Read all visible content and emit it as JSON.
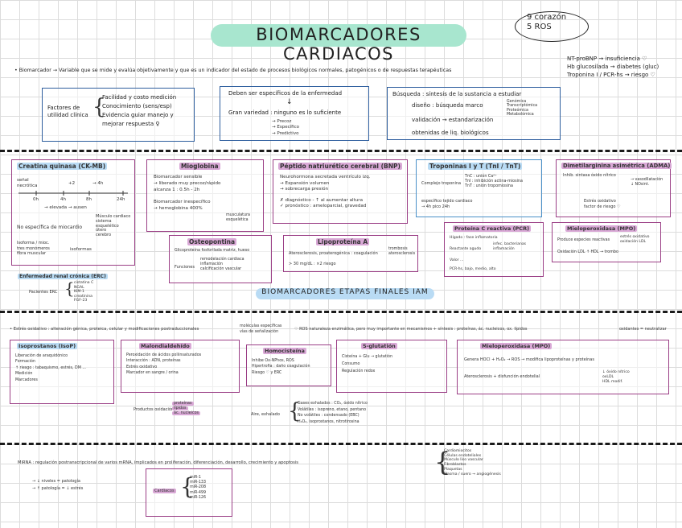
{
  "header": {
    "title": "BIOMARCADORES CARDIACOS",
    "note_line1": "9 corazón",
    "note_line2": "5 ROS"
  },
  "definition": {
    "text": "• Biomarcador → Variable que se mide y evalúa objetivamente y que es un indicador del estado de procesos biológicos normales, patogénicos o de respuestas terapéuticas",
    "examples": [
      "NT-proBNP → insuficiencia ♡",
      "Hb glucosilada → diabetes (gluc)",
      "Troponina I / PCR-hs → riesgo ♡"
    ]
  },
  "top_boxes": {
    "factores": {
      "label_line1": "Factores de",
      "label_line2": "utilidad clínica",
      "items": [
        "Facilidad y costo medición",
        "Conocimiento (sens/esp)",
        "Evidencia guiar manejo y",
        "mejorar respuesta ♀"
      ]
    },
    "deben": {
      "line1": "Deben ser específicos de la enfermedad",
      "arrow": "↓",
      "line2": "Gran variedad : ninguno es lo suficiente",
      "items": [
        "→ Precoz",
        "→ Específico",
        "→ Predictivo"
      ]
    },
    "busqueda": {
      "line1": "Búsqueda : síntesis de la sustancia a estudiar",
      "step1": "diseño : búsqueda marco",
      "step1_notes": [
        "Genómica",
        "Transcriptómica",
        "Proteómica",
        "Metabolómica"
      ],
      "step2": "validación → estandarización",
      "step3": "obtenidas de liq. biológicos"
    }
  },
  "section1": {
    "ck": {
      "title": "Creatina quinasa (CK-MB)",
      "axis_left_1": "señal",
      "axis_left_2": "necrótica",
      "axis_mid": "+2",
      "axis_right": "→ 4h",
      "ticks": [
        "0h",
        "4h",
        "8h",
        "24h"
      ],
      "axis_note": "→ elevada → ausen",
      "no_esp": "No específica de miocardio",
      "muscle": [
        "Músculo cardiaco",
        "sistema",
        "esquelético",
        "útero",
        "cerebro"
      ],
      "variants": [
        "Isoforma / mioc.",
        "tres monómeros",
        "fibra muscular"
      ],
      "isoforms": "isoformas"
    },
    "mioglobina": {
      "title": "Mioglobina",
      "l1": "Biomarcador sensible",
      "l2": "→ liberado muy precoz/rápido",
      "l3": "alcanza 1 : 0.5h - 2h",
      "l4": "Biomarcador inespecífico",
      "l5": "→ hemoglobina 400%",
      "l5b": "musculatura esquelética"
    },
    "bnp": {
      "title": "Péptido natriurético cerebral (BNP)",
      "l1": "Neurohormona secretada ventrículo izq.",
      "l2": "→ Expansión volumen",
      "l3": "→ sobrecarga presión",
      "l4": "✗ diagnóstico - ↑ al aumentar altura",
      "l5": "✓ pronóstico : ameloparcial, gravedad"
    },
    "troponinas": {
      "title": "Troponinas I y T (TnI / TnT)",
      "l1": "Complejo troponina",
      "l1a": "TnC : unión Ca²⁺",
      "l1b": "TnI : inhibición actina-miosina",
      "l1c": "TnT : unión tropomiosina",
      "l2": "específico tejido cardiaco",
      "l3": "→ 4h pico 24h"
    },
    "dimetil": {
      "title": "Dimetilarginina asimétrica (ADMA)",
      "l1": "Inhib. sintasa óxido nítrico",
      "l1a": "→ vasodilatación",
      "l1b": "↓ NOsint.",
      "l2": "Estrés oxidativo",
      "l3": "factor de riesgo ♡"
    },
    "osteopontina": {
      "title": "Osteopontina",
      "l1": "Glicoproteína fosforilada matriz, hueso",
      "l2": "Funciones",
      "l2a": "remodelación cardiaca",
      "l2b": "inflamación",
      "l2c": "calcificación vascular"
    },
    "lipoproteina": {
      "title": "Lipoproteína A",
      "l1": "Aterosclerosis, proaterogénica : coagulación",
      "l1b": "trombosis",
      "l1c": "aterosclerosis",
      "l2": "> 30 mg/dL : ×2 riesgo"
    },
    "proteina_c": {
      "title": "Proteína C reactiva (PCR)",
      "l1": "Hígado : fase inflamatoria",
      "l2": "Reactante agudo",
      "l2a": "infec. bacterianas",
      "l2b": "inflamación",
      "l3": "Valor ...",
      "l4": "PCR-hs, bajo, medio, alto"
    },
    "mieloperoxidasa": {
      "title": "Mieloperoxidasa (MPO)",
      "l1": "Produce especies reactivas",
      "l1a": "estrés oxidativo",
      "l1b": "oxidación LDL",
      "l2": "Oxidación LDL ↑ HDL → trombo"
    },
    "enf_renal": {
      "label": "Enfermedad renal crónica (ERC)",
      "sub": "Pacientes ERC",
      "items": [
        "cistatina C",
        "NGAL",
        "KIM-1",
        "creatinina",
        "FGF-23"
      ]
    },
    "subtitle": "BIOMARCADORES ETAPAS FINALES IAM"
  },
  "section2": {
    "intro": "• Estrés oxidativo : alteración génica, proteica, celular y modificaciones postraduccionales",
    "intro_b1": "moléculas específicas",
    "intro_b2": "vías de señalización",
    "ros": "♡ ROS naturaleza enzimática, pero muy importante en mecanismos + síntesis : proteínas, ác. nucleicos, ox. lípidos",
    "ros_tail": "oxidantes = neutralizar",
    "isoprostanos": {
      "title": "Isoprostanos (IsoP)",
      "l1": "Liberación de araquidónico",
      "l2": "Formación",
      "l3": "↑ riesgo : tabaquismo, estrés, DM ...",
      "l4": "Medición",
      "l5": "Marcadores"
    },
    "malondialdehido": {
      "title": "Malondialdehído",
      "l1": "Peroxidación de ácidos poliinsaturados",
      "l2": "Interacción : ADN, proteínas",
      "l3": "Estrés oxidativo",
      "l4": "Marcador en sangre / orina"
    },
    "homocisteina": {
      "title": "Homocisteína",
      "l1": "Inhibe Ox-NPhos, ROS",
      "l2": "Hipertrofia : daño coagulación",
      "l3": "Riesgo ♡ y ERC"
    },
    "glutation": {
      "title": "S-glutatión",
      "l1": "Cisteína + Glu → glutatión",
      "l2": "Consumo",
      "l3": "Regulación redox"
    },
    "mieloperox2": {
      "title": "Mieloperoxidasa (MPO)",
      "l1": "Genera HOCl + H₂O₂ → ROS → modifica lipoproteínas y proteínas",
      "l2": "Aterosclerosis + disfunción endotelial",
      "l2a": "↓ óxido nítrico",
      "l2b": "oxLDL",
      "l2c": "HDL modif."
    },
    "oxidacion": {
      "label": "Productos oxidación",
      "items": [
        "proteínas",
        "lípidos",
        "ác. nucleicos"
      ]
    },
    "aire": {
      "label": "Aire, exhalado",
      "l1": "Gases exhalados : CO₂, óxido nítrico",
      "l2": "Volátiles : isopreno, etano, pentano",
      "l3": "No volátiles : condensado (EBC)",
      "l4": "H₂O₂, isoprostanos, nitrotirosina"
    }
  },
  "section3": {
    "mirna": "MiRNA : regulación postranscripcional de varios mRNA, implicados en proliferación, diferenciación, desarrollo, crecimiento y apoptosis",
    "mirna_list": [
      "Cardiomiocitos",
      "Células endoteliales",
      "Músculo liso vascular",
      "Fibroblastos",
      "Plaquetas",
      "Plasma / suero → angiogénesis"
    ],
    "sub1": "→ ↓ niveles = patología",
    "sub2": "→ ↑ patología = ↓ estrés",
    "cardiacos": {
      "label": "Cardiacos",
      "items": [
        "miR-1",
        "miR-133",
        "miR-208",
        "miR-499",
        "miR-126"
      ]
    }
  }
}
